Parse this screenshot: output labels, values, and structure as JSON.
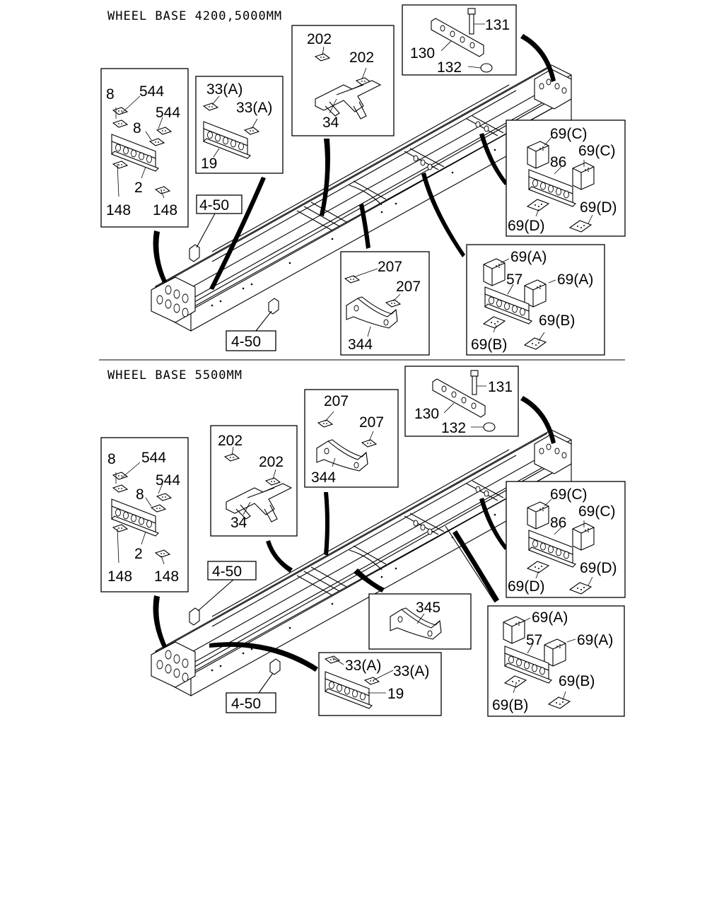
{
  "sections": [
    {
      "title": "WHEEL BASE 4200,5000MM",
      "ref_boxes": [
        "4-50",
        "4-50"
      ],
      "insets": {
        "front_crossmember": {
          "labels": [
            "8",
            "544",
            "544",
            "8",
            "2",
            "148",
            "148"
          ]
        },
        "crossmember_19": {
          "labels": [
            "33(A)",
            "33(A)",
            "19"
          ]
        },
        "crossmember_34": {
          "labels": [
            "202",
            "202",
            "34"
          ]
        },
        "rear_bracket": {
          "labels": [
            "131",
            "130",
            "132"
          ]
        },
        "crossmember_86": {
          "labels": [
            "69(C)",
            "69(C)",
            "86",
            "69(D)",
            "69(D)"
          ]
        },
        "crossmember_57": {
          "labels": [
            "69(A)",
            "57",
            "69(A)",
            "69(B)",
            "69(B)"
          ]
        },
        "crossmember_344": {
          "labels": [
            "207",
            "207",
            "344"
          ]
        }
      }
    },
    {
      "title": "WHEEL BASE 5500MM",
      "ref_boxes": [
        "4-50",
        "4-50"
      ],
      "insets": {
        "front_crossmember": {
          "labels": [
            "8",
            "544",
            "544",
            "8",
            "2",
            "148",
            "148"
          ]
        },
        "crossmember_34": {
          "labels": [
            "202",
            "202",
            "34"
          ]
        },
        "crossmember_344": {
          "labels": [
            "207",
            "207",
            "344"
          ]
        },
        "rear_bracket": {
          "labels": [
            "131",
            "130",
            "132"
          ]
        },
        "crossmember_86": {
          "labels": [
            "69(C)",
            "69(C)",
            "86",
            "69(D)",
            "69(D)"
          ]
        },
        "crossmember_345": {
          "labels": [
            "345"
          ]
        },
        "crossmember_57": {
          "labels": [
            "69(A)",
            "57",
            "69(A)",
            "69(B)",
            "69(B)"
          ]
        },
        "crossmember_19": {
          "labels": [
            "33(A)",
            "33(A)",
            "19"
          ]
        }
      }
    }
  ]
}
